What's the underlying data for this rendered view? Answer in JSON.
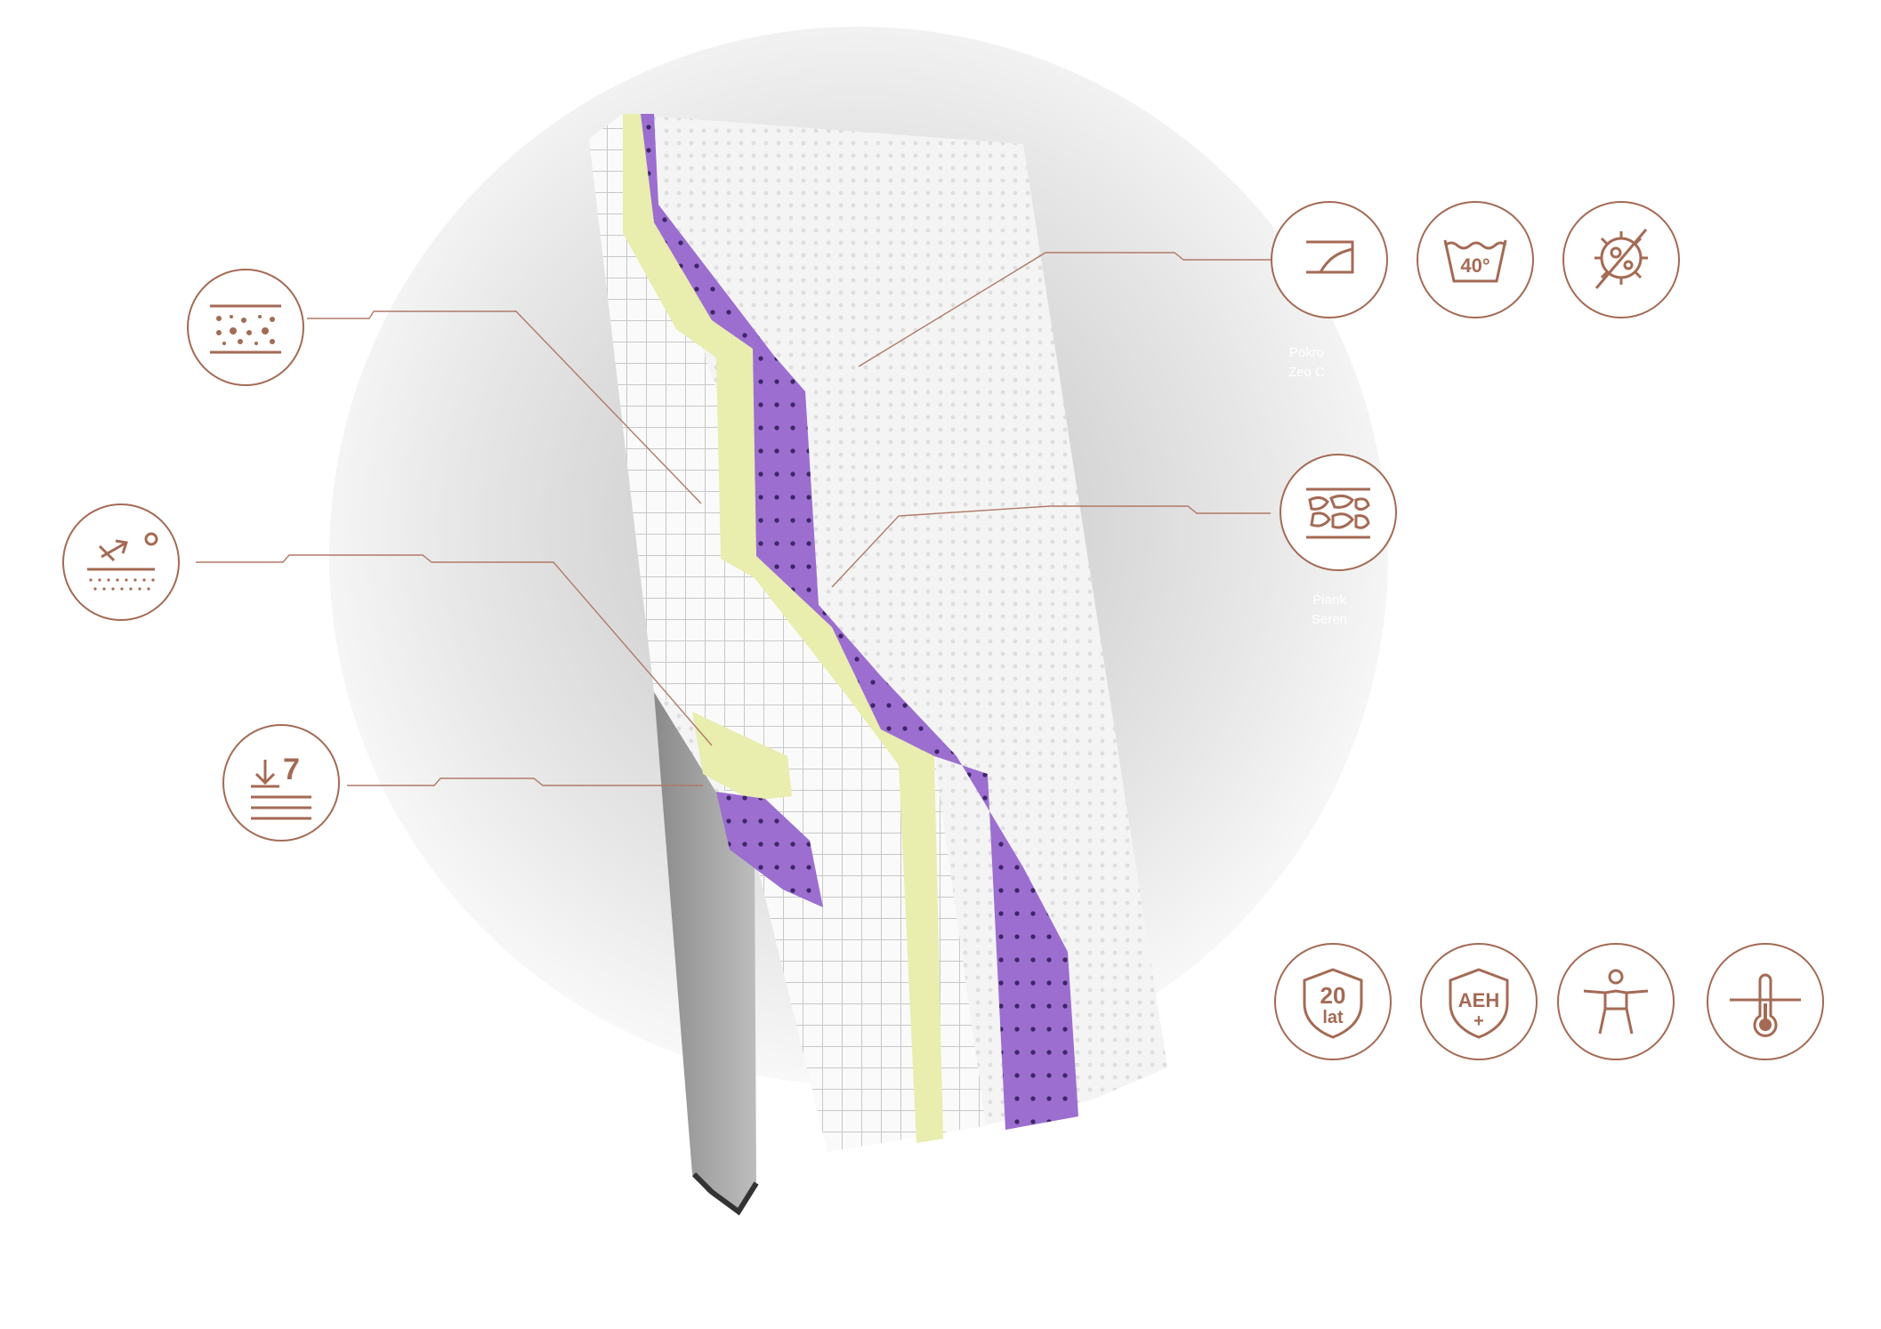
{
  "icons_left": [
    {
      "name": "breathable-foam-icon"
    },
    {
      "name": "pressure-relief-icon"
    },
    {
      "name": "seven-zones-icon",
      "label": "7"
    }
  ],
  "icons_right_top": [
    {
      "name": "removable-cover-icon"
    },
    {
      "name": "wash-40-icon",
      "label": "40°"
    },
    {
      "name": "anti-bacteria-icon"
    }
  ],
  "icons_right_mid": [
    {
      "name": "foam-structure-icon"
    }
  ],
  "icons_right_bottom": [
    {
      "name": "warranty-20-years-icon",
      "line1": "20",
      "line2": "lat"
    },
    {
      "name": "aeh-certificate-icon",
      "label": "AEH",
      "sub": "+"
    },
    {
      "name": "body-support-icon"
    },
    {
      "name": "thermo-regulation-icon"
    }
  ],
  "captions": [
    {
      "line1": "Pokro",
      "line2": "Zeo C"
    },
    {
      "line1": "Piank",
      "line2": "Seren"
    }
  ],
  "colors": {
    "icon_accent": "#a46a54",
    "purple_layer": "#9b6ed0",
    "yellow_layer": "#e9edae",
    "mattress_white": "#f3f3f3"
  }
}
